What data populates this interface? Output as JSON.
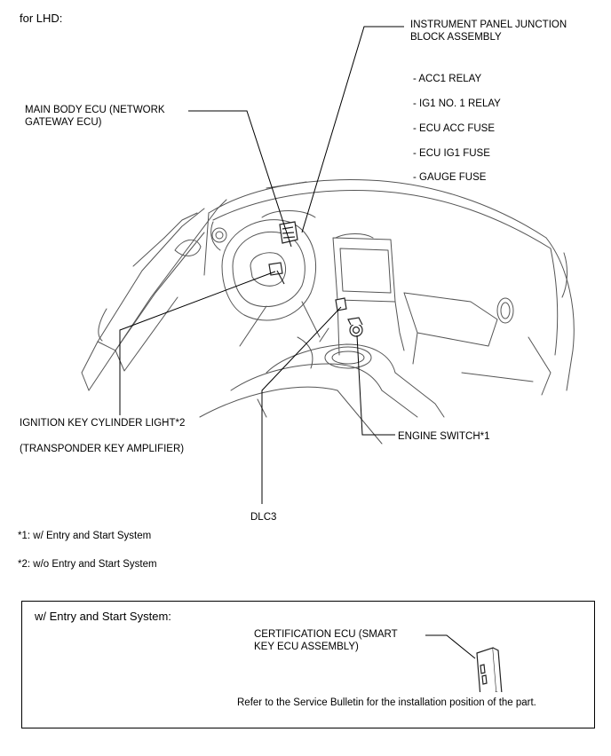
{
  "header": {
    "condition": "for LHD:"
  },
  "labels": {
    "junction_block": "INSTRUMENT PANEL JUNCTION\nBLOCK ASSEMBLY",
    "junction_items": [
      "- ACC1 RELAY",
      "- IG1 NO. 1 RELAY",
      "- ECU ACC FUSE",
      "- ECU IG1 FUSE",
      "- GAUGE FUSE"
    ],
    "main_body_ecu": "MAIN BODY ECU (NETWORK\nGATEWAY ECU)",
    "ignition_light": "IGNITION KEY CYLINDER LIGHT*2",
    "transponder": "(TRANSPONDER KEY AMPLIFIER)",
    "engine_switch": "ENGINE SWITCH*1",
    "dlc3": "DLC3"
  },
  "footnotes": [
    "*1: w/ Entry and Start System",
    "*2: w/o Entry and Start System"
  ],
  "entry_box": {
    "title": "w/ Entry and Start System:",
    "certification_ecu": "CERTIFICATION ECU (SMART\nKEY ECU ASSEMBLY)",
    "note": "Refer to the Service Bulletin for the installation position of the part."
  },
  "colors": {
    "line": "#000000",
    "sketch": "#555555",
    "part": "#333333"
  }
}
